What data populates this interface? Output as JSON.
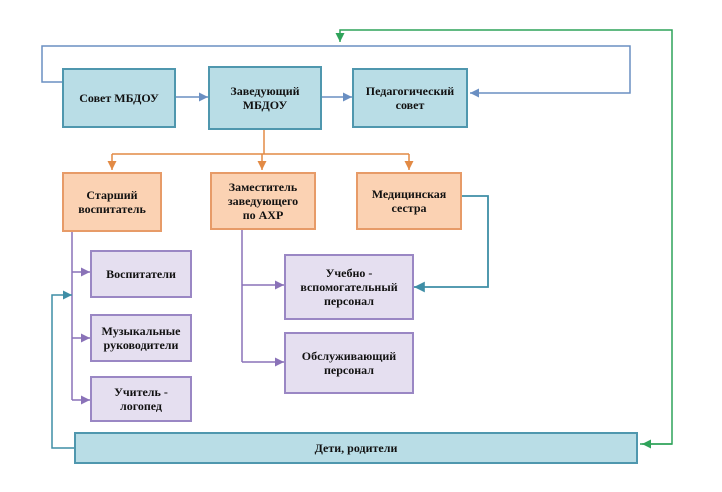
{
  "nodes": {
    "sovet_mbdou": "Совет МБДОУ",
    "zaveduyushchiy": "Заведующий\nМБДОУ",
    "ped_sovet": "Педагогический\nсовет",
    "starshiy_vospitatel": "Старший\nвоспитатель",
    "zamestitel": "Заместитель\nзаведующего\nпо АХР",
    "med_sestra": "Медицинская\nсестра",
    "vospitateli": "Воспитатели",
    "muz_rukovoditeli": "Музыкальные\nруководители",
    "uchitel_logoped": "Учитель -\nлогопед",
    "uchebno_vspom": "Учебно -\nвспомогательный\nперсонал",
    "obsluzhivayushchiy": "Обслуживающий\nперсонал",
    "deti_roditeli": "Дети, родители"
  },
  "colors": {
    "blue_line": "#6a8fc2",
    "teal_line": "#3e8ea6",
    "orange_line": "#e28a45",
    "purple_line": "#8a72b8",
    "green_line": "#2fa35a"
  }
}
